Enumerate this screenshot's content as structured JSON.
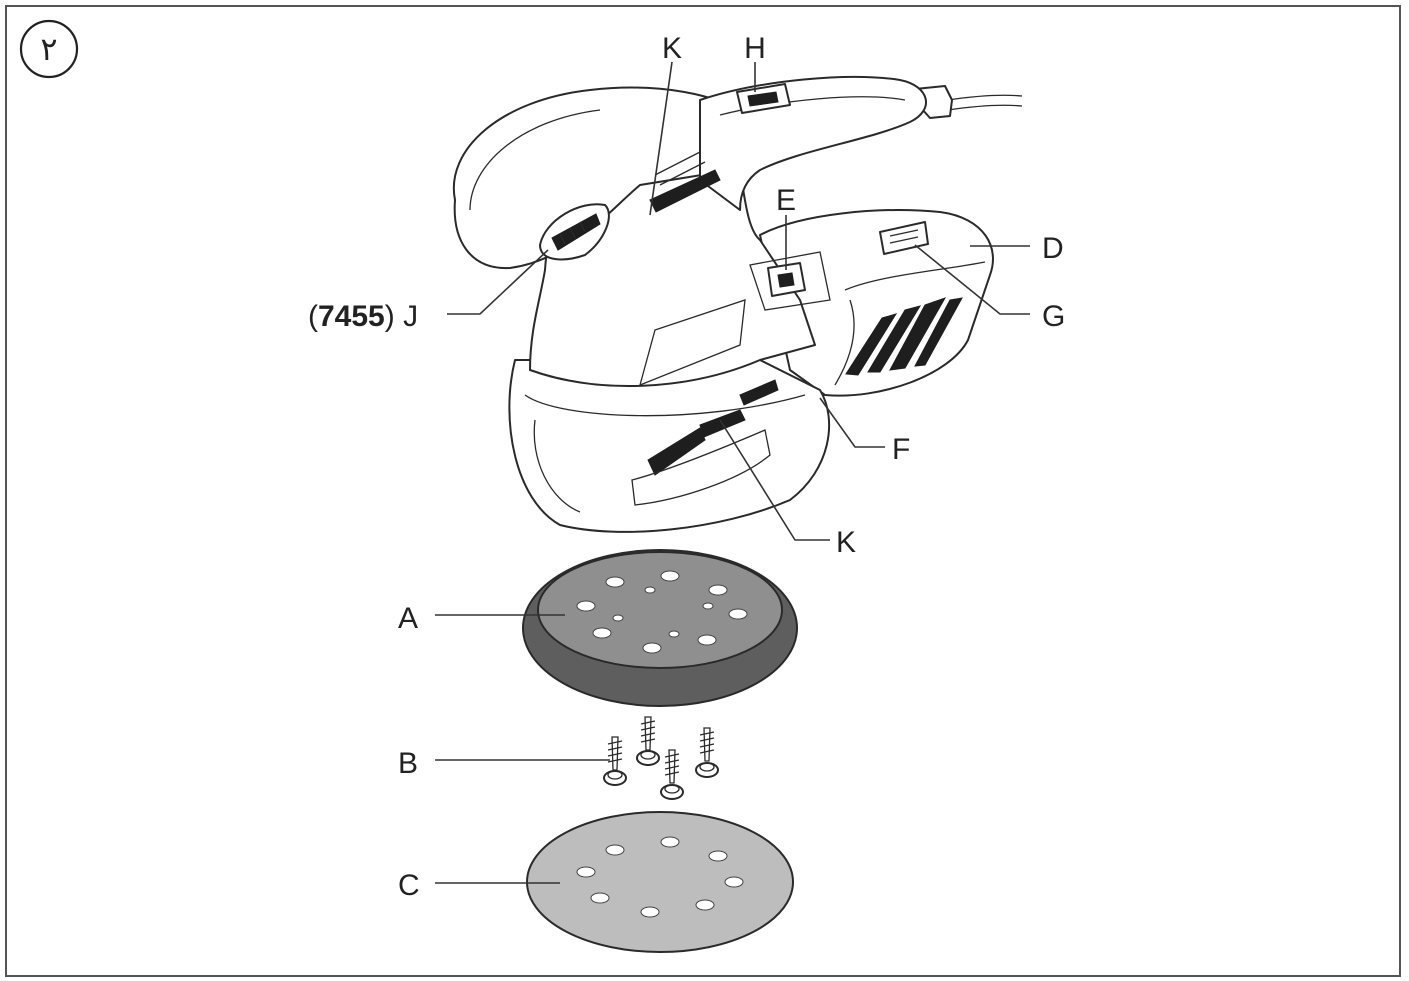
{
  "figure": {
    "number_badge": "٢",
    "labels": {
      "k_top": "K",
      "h": "H",
      "e": "E",
      "d": "D",
      "g": "G",
      "j_model": "7455",
      "j_letter": "J",
      "f": "F",
      "k_bottom": "K",
      "a": "A",
      "b": "B",
      "c": "C"
    }
  },
  "colors": {
    "line": "#2a2a2a",
    "pad_top": "#8f8f8f",
    "pad_edge": "#5e5e5e",
    "sheet": "#bdbdbd"
  },
  "icons": {
    "badge": "circle-number-icon"
  }
}
